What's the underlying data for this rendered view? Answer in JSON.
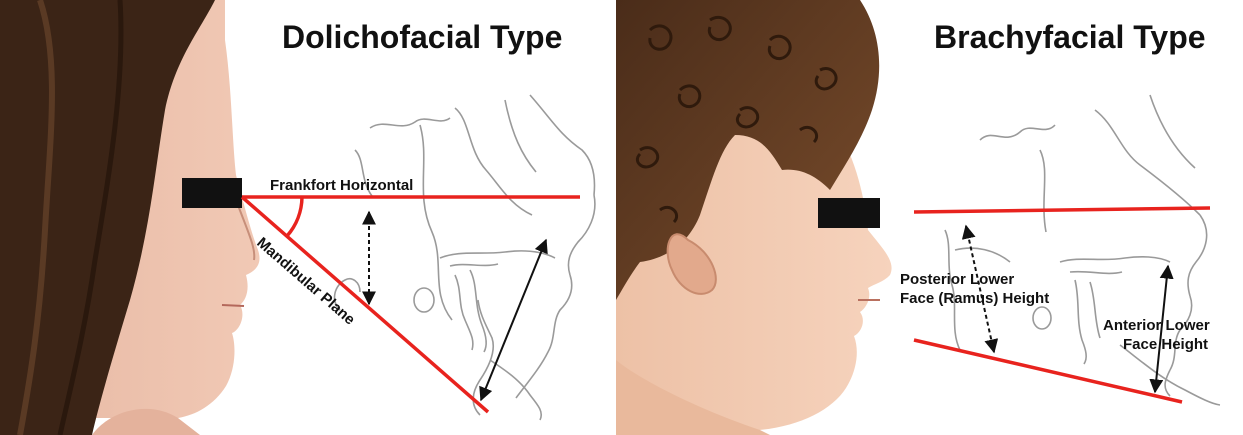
{
  "panels": [
    {
      "title": "Dolichofacial Type",
      "labels": {
        "frankfort": "Frankfort Horizontal",
        "mandibular": "Mandibular Plane"
      }
    },
    {
      "title": "Brachyfacial Type",
      "labels": {
        "posterior_line1": "Posterior Lower",
        "posterior_line2": "Face (Ramus) Height",
        "anterior_line1": "Anterior Lower",
        "anterior_line2": "Face Height"
      }
    }
  ],
  "colors": {
    "reference_line": "#e8231e",
    "arrow": "#111111",
    "censor_bar": "#111111",
    "tracing": "#9a9a9a"
  }
}
